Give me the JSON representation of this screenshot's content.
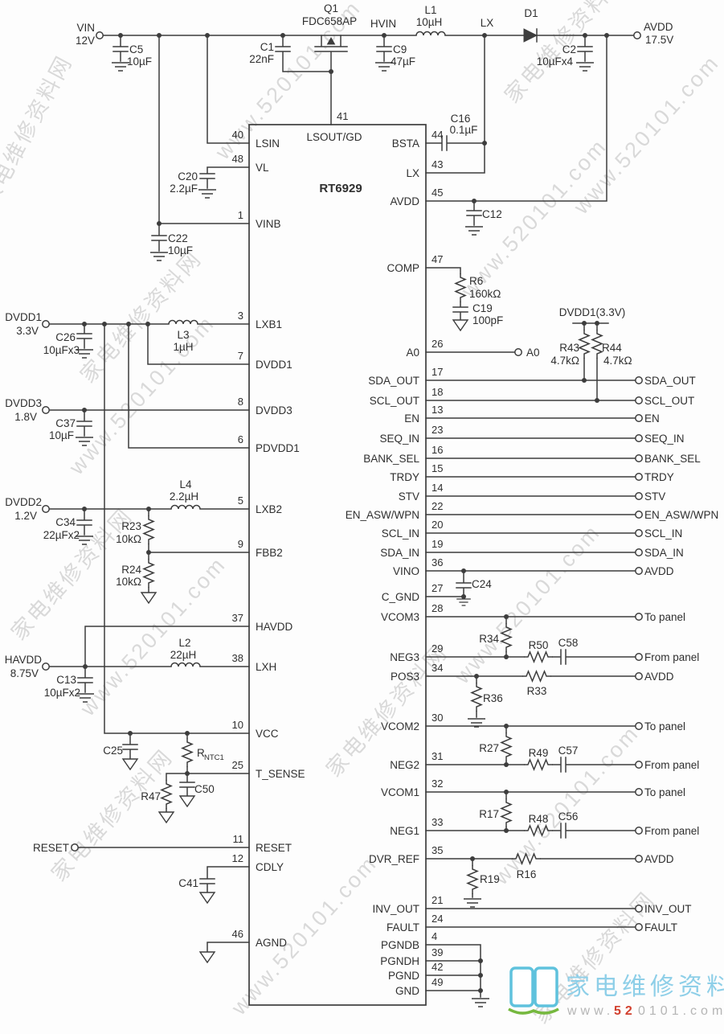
{
  "watermark": {
    "cn": "家电维修资料网",
    "url": "www.520101.com"
  },
  "logo": {
    "site_cn": "家电维修资料网",
    "url_www": "www.",
    "url_52": "52",
    "url_rest": "0101.com"
  },
  "ic": {
    "part": "RT6929",
    "top_pin": {
      "num": "41",
      "name": "LSOUT/GD"
    },
    "left_pins": [
      {
        "num": "40",
        "name": "LSIN"
      },
      {
        "num": "48",
        "name": "VL"
      },
      {
        "num": "1",
        "name": "VINB"
      },
      {
        "num": "3",
        "name": "LXB1"
      },
      {
        "num": "7",
        "name": "DVDD1"
      },
      {
        "num": "8",
        "name": "DVDD3"
      },
      {
        "num": "6",
        "name": "PDVDD1"
      },
      {
        "num": "5",
        "name": "LXB2"
      },
      {
        "num": "9",
        "name": "FBB2"
      },
      {
        "num": "37",
        "name": "HAVDD"
      },
      {
        "num": "38",
        "name": "LXH"
      },
      {
        "num": "10",
        "name": "VCC"
      },
      {
        "num": "25",
        "name": "T_SENSE"
      },
      {
        "num": "11",
        "name": "RESET"
      },
      {
        "num": "12",
        "name": "CDLY"
      },
      {
        "num": "46",
        "name": "AGND"
      }
    ],
    "right_pins": [
      {
        "num": "44",
        "name": "BSTA",
        "term": ""
      },
      {
        "num": "43",
        "name": "LX",
        "term": ""
      },
      {
        "num": "45",
        "name": "AVDD",
        "term": ""
      },
      {
        "num": "47",
        "name": "COMP",
        "term": ""
      },
      {
        "num": "26",
        "name": "A0",
        "term": "A0"
      },
      {
        "num": "17",
        "name": "SDA_OUT",
        "term": "SDA_OUT"
      },
      {
        "num": "18",
        "name": "SCL_OUT",
        "term": "SCL_OUT"
      },
      {
        "num": "13",
        "name": "EN",
        "term": "EN"
      },
      {
        "num": "23",
        "name": "SEQ_IN",
        "term": "SEQ_IN"
      },
      {
        "num": "16",
        "name": "BANK_SEL",
        "term": "BANK_SEL"
      },
      {
        "num": "15",
        "name": "TRDY",
        "term": "TRDY"
      },
      {
        "num": "14",
        "name": "STV",
        "term": "STV"
      },
      {
        "num": "22",
        "name": "EN_ASW/WPN",
        "term": "EN_ASW/WPN"
      },
      {
        "num": "20",
        "name": "SCL_IN",
        "term": "SCL_IN"
      },
      {
        "num": "19",
        "name": "SDA_IN",
        "term": "SDA_IN"
      },
      {
        "num": "36",
        "name": "VINO",
        "term": "AVDD"
      },
      {
        "num": "27",
        "name": "C_GND",
        "term": ""
      },
      {
        "num": "28",
        "name": "VCOM3",
        "term": "To panel"
      },
      {
        "num": "29",
        "name": "NEG3",
        "term": "From panel"
      },
      {
        "num": "34",
        "name": "POS3",
        "term": "AVDD"
      },
      {
        "num": "30",
        "name": "VCOM2",
        "term": "To panel"
      },
      {
        "num": "31",
        "name": "NEG2",
        "term": "From panel"
      },
      {
        "num": "32",
        "name": "VCOM1",
        "term": "To panel"
      },
      {
        "num": "33",
        "name": "NEG1",
        "term": "From panel"
      },
      {
        "num": "35",
        "name": "DVR_REF",
        "term": "AVDD"
      },
      {
        "num": "21",
        "name": "INV_OUT",
        "term": "INV_OUT"
      },
      {
        "num": "24",
        "name": "FAULT",
        "term": "FAULT"
      },
      {
        "num": "4",
        "name": "PGNDB",
        "term": ""
      },
      {
        "num": "39",
        "name": "PGNDH",
        "term": ""
      },
      {
        "num": "42",
        "name": "PGND",
        "term": ""
      },
      {
        "num": "49",
        "name": "GND",
        "term": ""
      }
    ]
  },
  "nets": {
    "vin": "VIN",
    "vin_v": "12V",
    "hvin": "HVIN",
    "lx": "LX",
    "avdd": "AVDD",
    "avdd_v": "17.5V",
    "dvdd1": "DVDD1",
    "dvdd1_v": "3.3V",
    "dvdd3": "DVDD3",
    "dvdd3_v": "1.8V",
    "dvdd2": "DVDD2",
    "dvdd2_v": "1.2V",
    "havdd": "HAVDD",
    "havdd_v": "8.75V",
    "reset": "RESET",
    "a0": "A0",
    "dvdd1_rail": "DVDD1(3.3V)"
  },
  "components": {
    "q1": {
      "ref": "Q1",
      "val": "FDC658AP"
    },
    "d1": {
      "ref": "D1",
      "val": ""
    },
    "c5": {
      "ref": "C5",
      "val": "10µF"
    },
    "c1": {
      "ref": "C1",
      "val": "22nF"
    },
    "c9": {
      "ref": "C9",
      "val": "47µF"
    },
    "l1": {
      "ref": "L1",
      "val": "10µH"
    },
    "c2": {
      "ref": "C2",
      "val": "10µFx4"
    },
    "c16": {
      "ref": "C16",
      "val": "0.1µF"
    },
    "c12": {
      "ref": "C12",
      "val": ""
    },
    "c20": {
      "ref": "C20",
      "val": "2.2µF"
    },
    "c22": {
      "ref": "C22",
      "val": "10µF"
    },
    "l3": {
      "ref": "L3",
      "val": "1µH"
    },
    "c26": {
      "ref": "C26",
      "val": "10µFx3"
    },
    "c37": {
      "ref": "C37",
      "val": "10µF"
    },
    "l4": {
      "ref": "L4",
      "val": "2.2µH"
    },
    "c34": {
      "ref": "C34",
      "val": "22µFx2"
    },
    "r23": {
      "ref": "R23",
      "val": "10kΩ"
    },
    "r24": {
      "ref": "R24",
      "val": "10kΩ"
    },
    "l2": {
      "ref": "L2",
      "val": "22µH"
    },
    "c13": {
      "ref": "C13",
      "val": "10µFx2"
    },
    "c25": {
      "ref": "C25",
      "val": ""
    },
    "rntc1": {
      "ref": "R",
      "sub": "NTC1"
    },
    "r47": {
      "ref": "R47",
      "val": ""
    },
    "c50": {
      "ref": "C50",
      "val": ""
    },
    "c41": {
      "ref": "C41",
      "val": ""
    },
    "r6": {
      "ref": "R6",
      "val": "160kΩ"
    },
    "c19": {
      "ref": "C19",
      "val": "100pF"
    },
    "r43": {
      "ref": "R43",
      "val": "4.7kΩ"
    },
    "r44": {
      "ref": "R44",
      "val": "4.7kΩ"
    },
    "c24": {
      "ref": "C24",
      "val": ""
    },
    "r34": {
      "ref": "R34",
      "val": ""
    },
    "r50": {
      "ref": "R50",
      "val": ""
    },
    "c58": {
      "ref": "C58",
      "val": ""
    },
    "r36": {
      "ref": "R36",
      "val": ""
    },
    "r33": {
      "ref": "R33",
      "val": ""
    },
    "r27": {
      "ref": "R27",
      "val": ""
    },
    "r49": {
      "ref": "R49",
      "val": ""
    },
    "c57": {
      "ref": "C57",
      "val": ""
    },
    "r17": {
      "ref": "R17",
      "val": ""
    },
    "r48": {
      "ref": "R48",
      "val": ""
    },
    "c56": {
      "ref": "C56",
      "val": ""
    },
    "r19": {
      "ref": "R19",
      "val": ""
    },
    "r16": {
      "ref": "R16",
      "val": ""
    }
  }
}
